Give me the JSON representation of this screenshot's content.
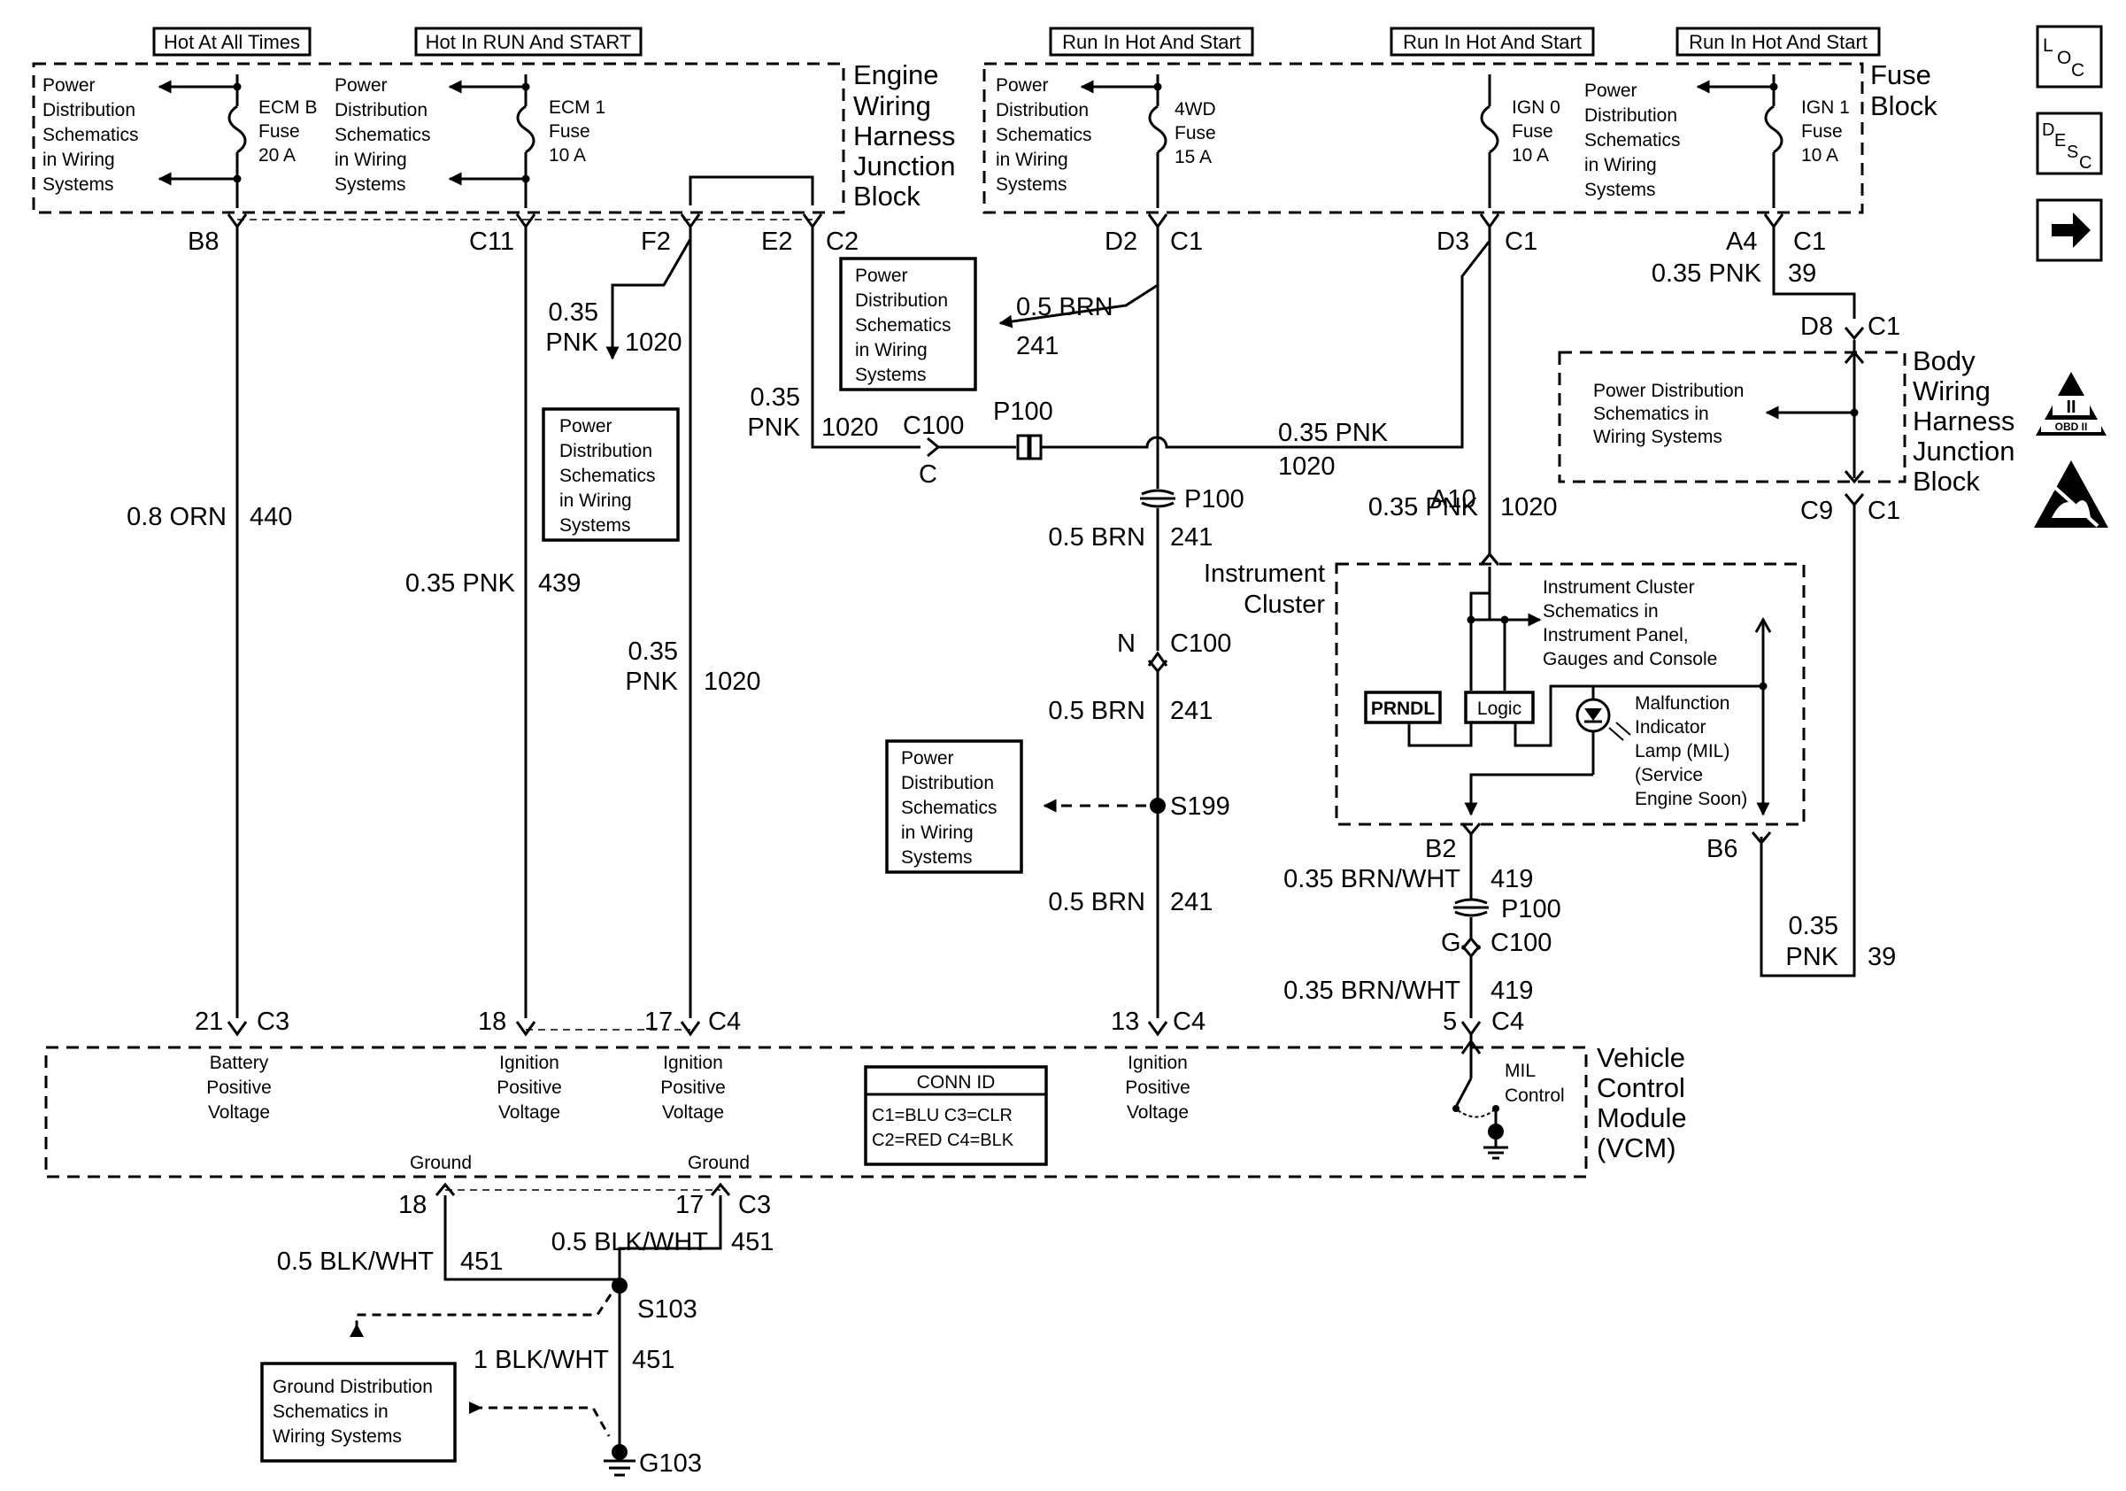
{
  "header_labels": {
    "hot_at_all_times": "Hot At All Times",
    "hot_in_run_and_start": "Hot In RUN And START",
    "run_in_hot_and_start_1": "Run In Hot And Start",
    "run_in_hot_and_start_2": "Run In Hot And Start",
    "run_in_hot_and_start_3": "Run In Hot And Start"
  },
  "engine_junction_block": {
    "line1": "Engine",
    "line2": "Wiring",
    "line3": "Harness",
    "line4": "Junction",
    "line5": "Block"
  },
  "fuse_block": {
    "line1": "Fuse",
    "line2": "Block"
  },
  "body_junction_block": {
    "line1": "Body",
    "line2": "Wiring",
    "line3": "Harness",
    "line4": "Junction",
    "line5": "Block"
  },
  "vcm": {
    "line1": "Vehicle",
    "line2": "Control",
    "line3": "Module",
    "line4": "(VCM)"
  },
  "instrument_cluster": {
    "line1": "Instrument",
    "line2": "Cluster"
  },
  "pds_text": {
    "line1": "Power",
    "line2": "Distribution",
    "line3": "Schematics",
    "line4": "in Wiring",
    "line5": "Systems"
  },
  "pds_body_text": {
    "line1": "Power Distribution",
    "line2": "Schematics in",
    "line3": "Wiring Systems"
  },
  "ic_ref": {
    "line1": "Instrument Cluster",
    "line2": "Schematics in",
    "line3": "Instrument Panel,",
    "line4": "Gauges and Console"
  },
  "gds": {
    "line1": "Ground Distribution",
    "line2": "Schematics in",
    "line3": "Wiring Systems"
  },
  "fuses": {
    "ecm_b": {
      "line1": "ECM B",
      "line2": "Fuse",
      "line3": "20 A"
    },
    "ecm_1": {
      "line1": "ECM 1",
      "line2": "Fuse",
      "line3": "10 A"
    },
    "fwd": {
      "line1": "4WD",
      "line2": "Fuse",
      "line3": "15 A"
    },
    "ign_0": {
      "line1": "IGN 0",
      "line2": "Fuse",
      "line3": "10 A"
    },
    "ign_1": {
      "line1": "IGN 1",
      "line2": "Fuse",
      "line3": "10 A"
    }
  },
  "pins": {
    "b8": "B8",
    "c11": "C11",
    "f2": "F2",
    "e2": "E2",
    "c2": "C2",
    "d2": "D2",
    "c1_d2": "C1",
    "d3": "D3",
    "c1_d3": "C1",
    "a4": "A4",
    "c1_a4": "C1",
    "d8": "D8",
    "c1_d8": "C1",
    "c9": "C9",
    "c1_c9": "C1",
    "a10": "A10",
    "b2": "B2",
    "b6": "B6",
    "c100_c": "C100",
    "c_letter": "C",
    "n_letter": "N",
    "c100_n": "C100",
    "g_letter": "G",
    "c100_g": "C100",
    "vcm_21": "21",
    "vcm_c3": "C3",
    "vcm_18": "18",
    "vcm_17": "17",
    "vcm_c4": "C4",
    "vcm_13": "13",
    "vcm_c4b": "C4",
    "vcm_5": "5",
    "vcm_c4c": "C4",
    "gnd_18": "18",
    "gnd_17": "17",
    "gnd_c3": "C3"
  },
  "wires": {
    "orn440_size": "0.8 ORN",
    "orn440_circuit": "440",
    "pnk439_size": "0.35 PNK",
    "pnk439_circuit": "439",
    "pnk1020a_size1": "0.35",
    "pnk1020a_size2": "PNK",
    "pnk1020a_circuit": "1020",
    "pnk1020b_size1": "0.35",
    "pnk1020b_size2": "PNK",
    "pnk1020b_circuit": "1020",
    "pnk1020c_size1": "0.35",
    "pnk1020c_size2": "PNK",
    "pnk1020c_circuit": "1020",
    "brn241a_size": "0.5 BRN",
    "brn241a_circuit": "241",
    "pnk1020d_size": "0.35 PNK",
    "pnk1020d_circuit": "1020",
    "pnk1020e_size": "0.35 PNK",
    "pnk1020e_circuit": "1020",
    "brn241b_size": "0.5 BRN",
    "brn241b_circuit": "241",
    "brn241c_size": "0.5 BRN",
    "brn241c_circuit": "241",
    "brn241d_size": "0.5 BRN",
    "brn241d_circuit": "241",
    "pnk39a_size": "0.35 PNK",
    "pnk39a_circuit": "39",
    "pnk39b_size1": "0.35",
    "pnk39b_size2": "PNK",
    "pnk39b_circuit": "39",
    "bw419a_size": "0.35 BRN/WHT",
    "bw419a_circuit": "419",
    "bw419b_size": "0.35 BRN/WHT",
    "bw419b_circuit": "419",
    "bw451a_size": "0.5 BLK/WHT",
    "bw451a_circuit": "451",
    "bw451b_size": "0.5 BLK/WHT",
    "bw451b_circuit": "451",
    "bw451c_size": "1 BLK/WHT",
    "bw451c_circuit": "451"
  },
  "connectors": {
    "p100_a": "P100",
    "p100_b": "P100",
    "p100_c": "P100",
    "s199": "S199",
    "s103": "S103",
    "g103": "G103"
  },
  "vcm_inputs": {
    "batt": {
      "line1": "Battery",
      "line2": "Positive",
      "line3": "Voltage"
    },
    "ign1": {
      "line1": "Ignition",
      "line2": "Positive",
      "line3": "Voltage"
    },
    "ign2": {
      "line1": "Ignition",
      "line2": "Positive",
      "line3": "Voltage"
    },
    "ign3": {
      "line1": "Ignition",
      "line2": "Positive",
      "line3": "Voltage"
    },
    "ground1": "Ground",
    "ground2": "Ground",
    "mil_control1": "MIL",
    "mil_control2": "Control"
  },
  "conn_id": {
    "title": "CONN ID",
    "row1": "C1=BLU  C3=CLR",
    "row2": "C2=RED  C4=BLK"
  },
  "cluster_parts": {
    "prndl": "PRNDL",
    "logic": "Logic",
    "mil_line1": "Malfunction",
    "mil_line2": "Indicator",
    "mil_line3": "Lamp (MIL)",
    "mil_line4": "(Service",
    "mil_line5": "Engine Soon)"
  },
  "side_icons": {
    "loc_l": "L",
    "loc_o": "O",
    "loc_c": "C",
    "desc_d": "D",
    "desc_e": "E",
    "desc_s": "S",
    "desc_c": "C",
    "obd_ii": "II",
    "obd_text": "OBD II"
  }
}
